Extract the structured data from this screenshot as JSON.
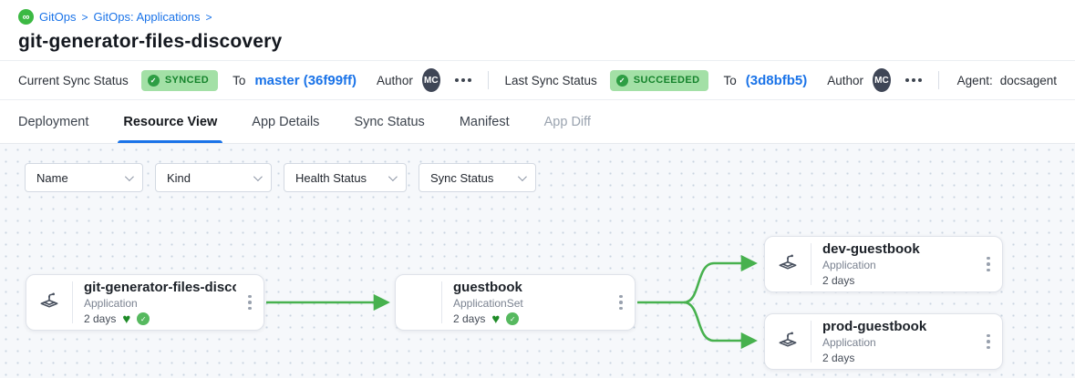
{
  "breadcrumb": {
    "logo_symbol": "∞",
    "separator": ">",
    "items": [
      {
        "label": "GitOps"
      },
      {
        "label": "GitOps: Applications"
      }
    ]
  },
  "page_title": "git-generator-files-discovery",
  "status_bar": {
    "current_sync": {
      "label": "Current Sync Status",
      "badge": "SYNCED",
      "to": "To",
      "revision": "master (36f99ff)",
      "author_label": "Author",
      "author_initials": "MC"
    },
    "last_sync": {
      "label": "Last Sync Status",
      "badge": "SUCCEEDED",
      "to": "To",
      "revision": "(3d8bfb5)",
      "author_label": "Author",
      "author_initials": "MC"
    },
    "agent_label": "Agent:",
    "agent_value": "docsagent"
  },
  "tabs": [
    {
      "label": "Deployment",
      "active": false,
      "disabled": false
    },
    {
      "label": "Resource View",
      "active": true,
      "disabled": false
    },
    {
      "label": "App Details",
      "active": false,
      "disabled": false
    },
    {
      "label": "Sync Status",
      "active": false,
      "disabled": false
    },
    {
      "label": "Manifest",
      "active": false,
      "disabled": false
    },
    {
      "label": "App Diff",
      "active": false,
      "disabled": true
    }
  ],
  "filters": [
    {
      "label": "Name"
    },
    {
      "label": "Kind"
    },
    {
      "label": "Health Status"
    },
    {
      "label": "Sync Status"
    }
  ],
  "graph": {
    "nodes": [
      {
        "title": "git-generator-files-disco...",
        "kind": "Application",
        "age": "2 days",
        "healthy": true,
        "synced": true
      },
      {
        "title": "guestbook",
        "kind": "ApplicationSet",
        "age": "2 days",
        "healthy": true,
        "synced": true
      },
      {
        "title": "dev-guestbook",
        "kind": "Application",
        "age": "2 days",
        "healthy": false,
        "synced": false
      },
      {
        "title": "prod-guestbook",
        "kind": "Application",
        "age": "2 days",
        "healthy": false,
        "synced": false
      }
    ],
    "edges": [
      {
        "from": "git-generator-files-disco...",
        "to": "guestbook"
      },
      {
        "from": "guestbook",
        "to": "dev-guestbook"
      },
      {
        "from": "guestbook",
        "to": "prod-guestbook"
      }
    ]
  },
  "colors": {
    "edge_green": "#47b14e",
    "badge_bg": "#a3e0a6",
    "badge_text": "#15832c",
    "link_blue": "#1a73e8",
    "avatar_bg": "#3f4656",
    "health_heart": "#1e8b27",
    "sync_check": "#56b95f"
  }
}
